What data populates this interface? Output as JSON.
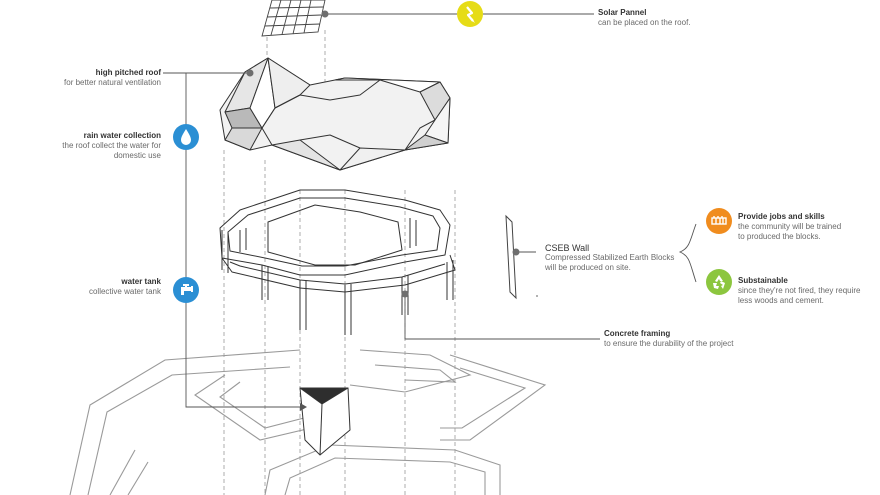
{
  "labels": {
    "solar": {
      "title": "Solar Pannel",
      "desc": "can be placed on the roof."
    },
    "roof": {
      "title": "high pitched roof",
      "desc": "for better natural ventilation"
    },
    "rain": {
      "title": "rain water collection",
      "desc1": "the roof collect the water for",
      "desc2": "domestic use"
    },
    "tank": {
      "title": "water tank",
      "desc": "collective water tank"
    },
    "cseb": {
      "title": "CSEB Wall",
      "desc1": "Compressed Stabilized Earth Blocks",
      "desc2": "will be produced on site."
    },
    "jobs": {
      "title": "Provide jobs and skills",
      "desc1": "the community will be trained",
      "desc2": "to produced the blocks."
    },
    "sustainable": {
      "title": "Substainable",
      "desc1": "since they're not fired, they require",
      "desc2": "less woods and cement."
    },
    "framing": {
      "title": "Concrete framing",
      "desc": "to ensure the durability of the project"
    }
  },
  "icons": {
    "solar": "lightning-icon",
    "rain": "water-drop-icon",
    "tank": "water-tap-icon",
    "jobs": "brick-wall-icon",
    "sustainable": "recycle-icon"
  },
  "colors": {
    "yellow": "#e6dc17",
    "blue": "#2b8fd4",
    "orange": "#f08c1e",
    "green": "#8cc63f",
    "line": "#555555",
    "dot": "#6e6e6e"
  }
}
